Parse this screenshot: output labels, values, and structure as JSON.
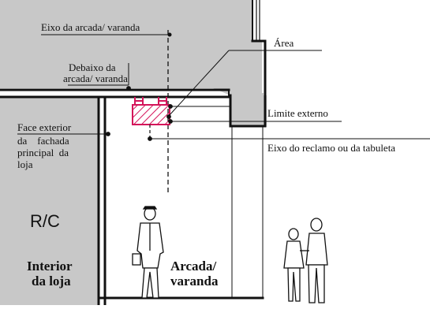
{
  "labels": {
    "eixo_arcada": "Eixo da arcada/ varanda",
    "area": "Área",
    "debaixo_1": "Debaixo da",
    "debaixo_2": "arcada/ varanda",
    "limite_externo": "Limite externo",
    "face_1": "Face exterior",
    "face_2": "da    fachada",
    "face_3": "principal  da",
    "face_4": "loja",
    "eixo_reclamo": "Eixo do reclamo ou da tabuleta",
    "rc": "R/C",
    "interior_1": "Interior",
    "interior_2": "da loja",
    "arcada_1": "Arcada/",
    "arcada_2": "varanda"
  },
  "colors": {
    "building_fill": "#c8c8c8",
    "line": "#111111",
    "sign_accent": "#d4145a"
  }
}
